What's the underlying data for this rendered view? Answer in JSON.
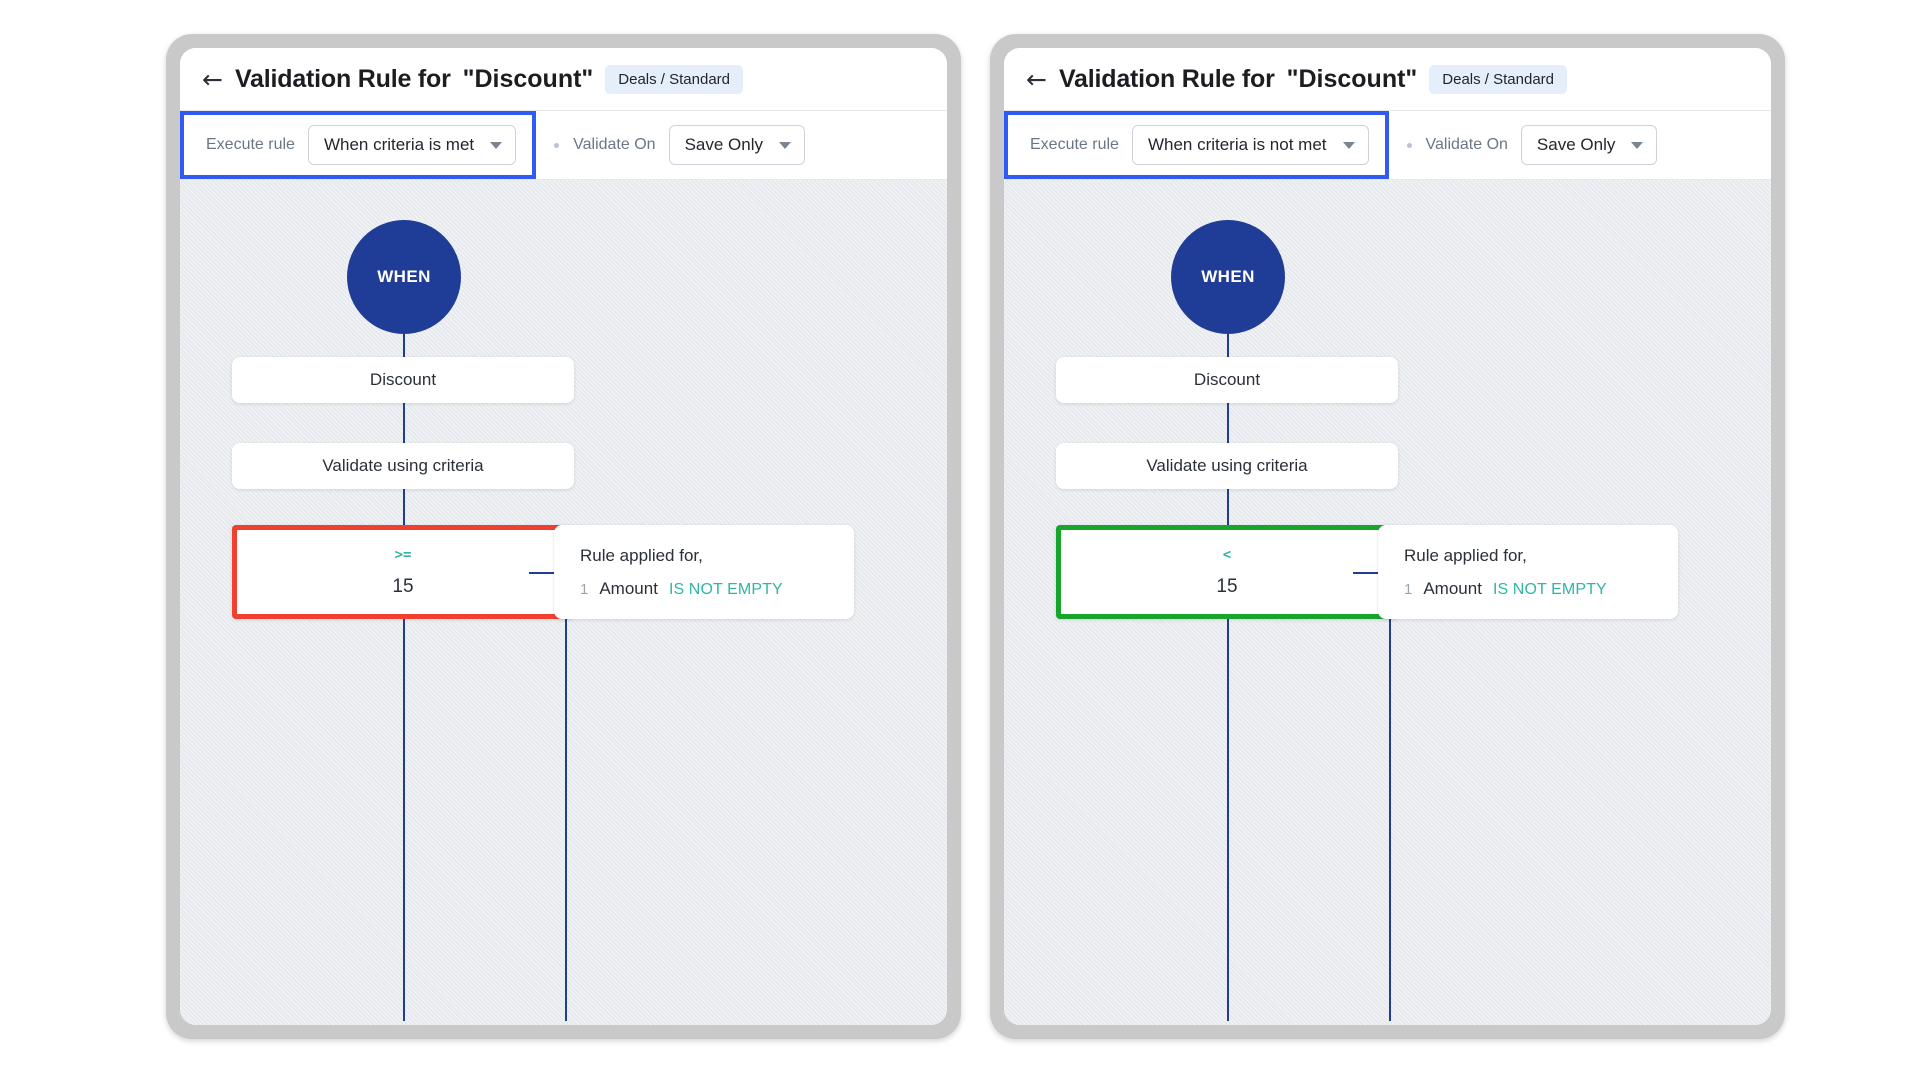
{
  "panels": [
    {
      "id": "left",
      "header": {
        "back_icon": "back-arrow-icon",
        "title": "Validation Rule for",
        "title_quoted": "\"Discount\"",
        "module_badge": "Deals / Standard"
      },
      "toolbar": {
        "execute_rule_label": "Execute rule",
        "execute_rule_value": "When criteria is met",
        "validate_on_label": "Validate On",
        "validate_on_value": "Save Only",
        "highlight_color": "#2f5bf4",
        "highlighted": "execute-rule-group"
      },
      "flow": {
        "when_label": "WHEN",
        "field_node": "Discount",
        "method_node": "Validate using criteria",
        "operator": {
          "symbol": ">=",
          "value": "15",
          "highlight_color": "#ef4030",
          "highlight_state": "red"
        },
        "rule_card": {
          "title": "Rule applied for,",
          "rows": [
            {
              "index": "1",
              "field": "Amount",
              "condition": "IS NOT EMPTY"
            }
          ]
        }
      }
    },
    {
      "id": "right",
      "header": {
        "back_icon": "back-arrow-icon",
        "title": "Validation Rule for",
        "title_quoted": "\"Discount\"",
        "module_badge": "Deals / Standard"
      },
      "toolbar": {
        "execute_rule_label": "Execute rule",
        "execute_rule_value": "When criteria is not met",
        "validate_on_label": "Validate On",
        "validate_on_value": "Save Only",
        "highlight_color": "#0b6ae8",
        "highlighted": "execute-rule-group"
      },
      "flow": {
        "when_label": "WHEN",
        "field_node": "Discount",
        "method_node": "Validate using criteria",
        "operator": {
          "symbol": "<",
          "value": "15",
          "highlight_color": "#17a52c",
          "highlight_state": "green"
        },
        "rule_card": {
          "title": "Rule applied for,",
          "rows": [
            {
              "index": "1",
              "field": "Amount",
              "condition": "IS NOT EMPTY"
            }
          ]
        }
      }
    }
  ],
  "colors": {
    "node_accent": "#1f3c96",
    "operator_symbol": "#2fb6a4",
    "condition_text": "#2fb6a4",
    "badge_bg": "#e5effb",
    "canvas_bg": "#e6e9ed"
  }
}
